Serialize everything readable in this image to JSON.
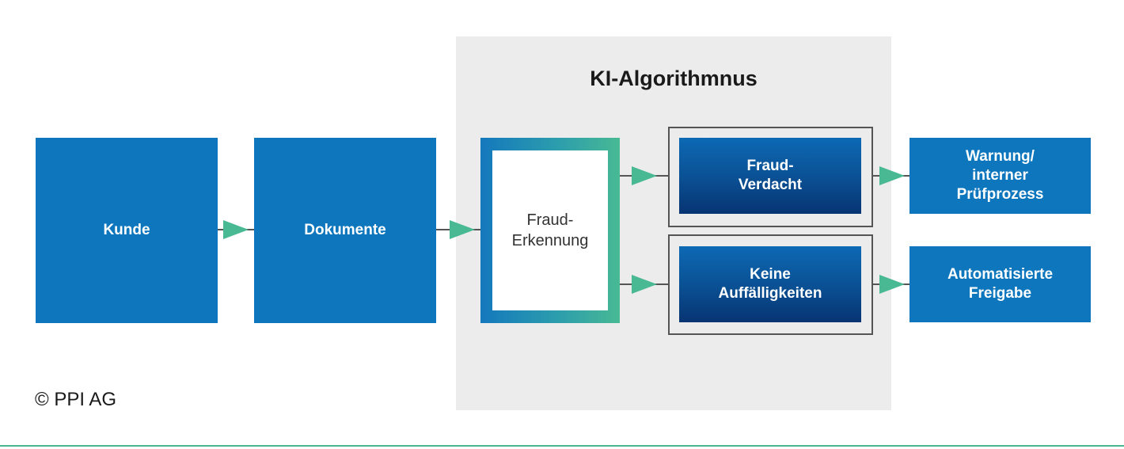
{
  "diagram": {
    "panel_title": "KI-Algorithmnus",
    "nodes": {
      "kunde": "Kunde",
      "dokumente": "Dokumente",
      "erkennung": "Fraud-\nErkennung",
      "verdacht": "Fraud-\nVerdacht",
      "keine": "Keine\nAuffälligkeiten",
      "warnung": "Warnung/\ninterner\nPrüfprozess",
      "freigabe": "Automatisierte\nFreigabe"
    },
    "copyright": "© PPI AG"
  },
  "colors": {
    "box_blue": "#0d76bd",
    "dark_blue": "#073472",
    "arrow_green": "#48b993",
    "panel_gray": "#ececec"
  }
}
